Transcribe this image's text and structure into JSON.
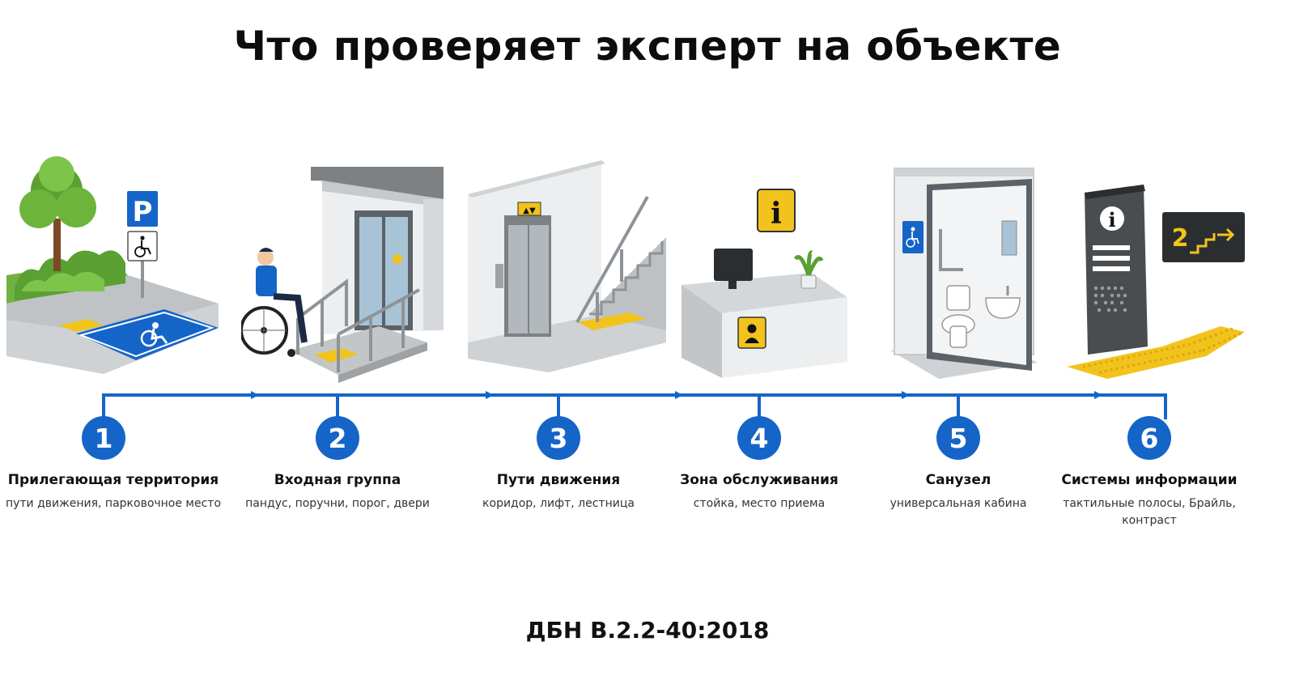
{
  "title": "Что проверяет эксперт на объекте",
  "colors": {
    "accent": "#1565c8",
    "yellow": "#f2c31c",
    "dark": "#3a3a3a"
  },
  "illustrations": {
    "parking_sign_letter": "P",
    "elevator_indicator": "▲▼",
    "info_letter": "i",
    "floor_sign_number": "2"
  },
  "steps": [
    {
      "number": "1",
      "title": "Прилегающая территория",
      "subtitle": "пути движения, парковочное место",
      "icon": "parking-icon"
    },
    {
      "number": "2",
      "title": "Входная группа",
      "subtitle": "пандус, поручни, порог, двери",
      "icon": "entrance-ramp-icon"
    },
    {
      "number": "3",
      "title": "Пути движения",
      "subtitle": "коридор, лифт, лестница",
      "icon": "elevator-stairs-icon"
    },
    {
      "number": "4",
      "title": "Зона обслуживания",
      "subtitle": "стойка, место приема",
      "icon": "service-desk-icon"
    },
    {
      "number": "5",
      "title": "Санузел",
      "subtitle": "универсальная кабина",
      "icon": "restroom-icon"
    },
    {
      "number": "6",
      "title": "Системы информации",
      "subtitle": "тактильные полосы, Брайль, контраст",
      "icon": "info-system-icon"
    }
  ],
  "footer": "ДБН В.2.2-40:2018"
}
